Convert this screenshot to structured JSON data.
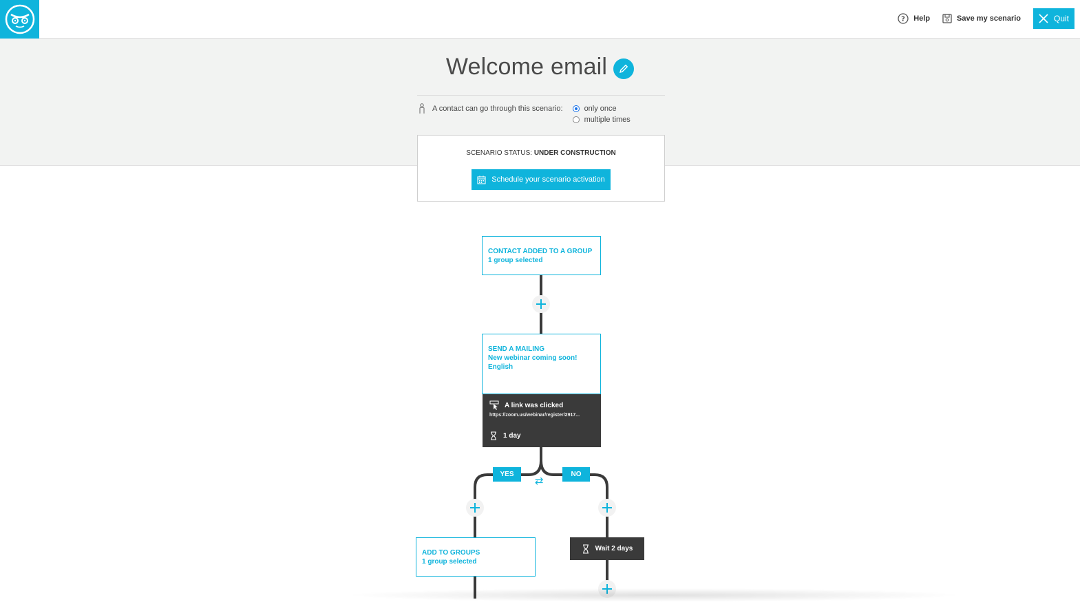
{
  "topbar": {
    "help_label": "Help",
    "save_label": "Save my scenario",
    "quit_label": "Quit"
  },
  "header": {
    "title": "Welcome email",
    "frequency_label": "A contact can go through this scenario:",
    "frequency_options": [
      "only once",
      "multiple times"
    ],
    "frequency_selected": "only once"
  },
  "status": {
    "prefix": "SCENARIO STATUS: ",
    "value": "UNDER CONSTRUCTION",
    "schedule_button": "Schedule your scenario activation"
  },
  "flow": {
    "trigger": {
      "title": "CONTACT ADDED TO A GROUP",
      "sub": "1 group selected"
    },
    "mailing": {
      "title": "SEND A MAILING",
      "line1": "New webinar coming soon!",
      "line2": "English"
    },
    "condition": {
      "title": "A link was clicked",
      "url": "https://zoom.us/webinar/register/2917...",
      "delay": "1 day"
    },
    "yes_label": "YES",
    "no_label": "NO",
    "swap_symbol": "⇄",
    "yes_branch": {
      "title": "ADD TO GROUPS",
      "sub": "1 group selected"
    },
    "no_branch": {
      "wait_label": "Wait 2 days"
    }
  },
  "colors": {
    "accent": "#0fb4dc",
    "dark": "#3a3a3a",
    "band": "#f2f3f2"
  },
  "icons": [
    "owl-logo-icon",
    "help-icon",
    "save-icon",
    "close-icon",
    "pencil-icon",
    "person-icon",
    "calendar-icon",
    "plus-icon",
    "cursor-link-icon",
    "hourglass-icon",
    "swap-icon"
  ]
}
